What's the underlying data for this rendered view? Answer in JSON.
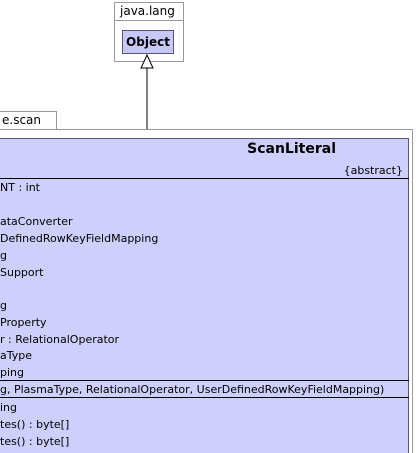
{
  "java_lang_package": {
    "name": "java.lang",
    "class": "Object"
  },
  "scan_package": {
    "name_visible": "e.scan"
  },
  "class": {
    "name": "ScanLiteral",
    "stereotype": "{abstract}",
    "attributes": [
      "NT : int",
      "",
      "ataConverter",
      "DefinedRowKeyFieldMapping",
      "g",
      "Support",
      "",
      "g",
      " Property",
      "r : RelationalOperator",
      "aType",
      "ping"
    ],
    "constructors": [
      "g, PlasmaType, RelationalOperator, UserDefinedRowKeyFieldMapping)"
    ],
    "operations": [
      "ing",
      "tes() : byte[]",
      "tes() : byte[]"
    ]
  },
  "colors": {
    "class_fill": "#cfcffb",
    "object_fill": "#c8c8f8",
    "package_border": "#999999"
  }
}
